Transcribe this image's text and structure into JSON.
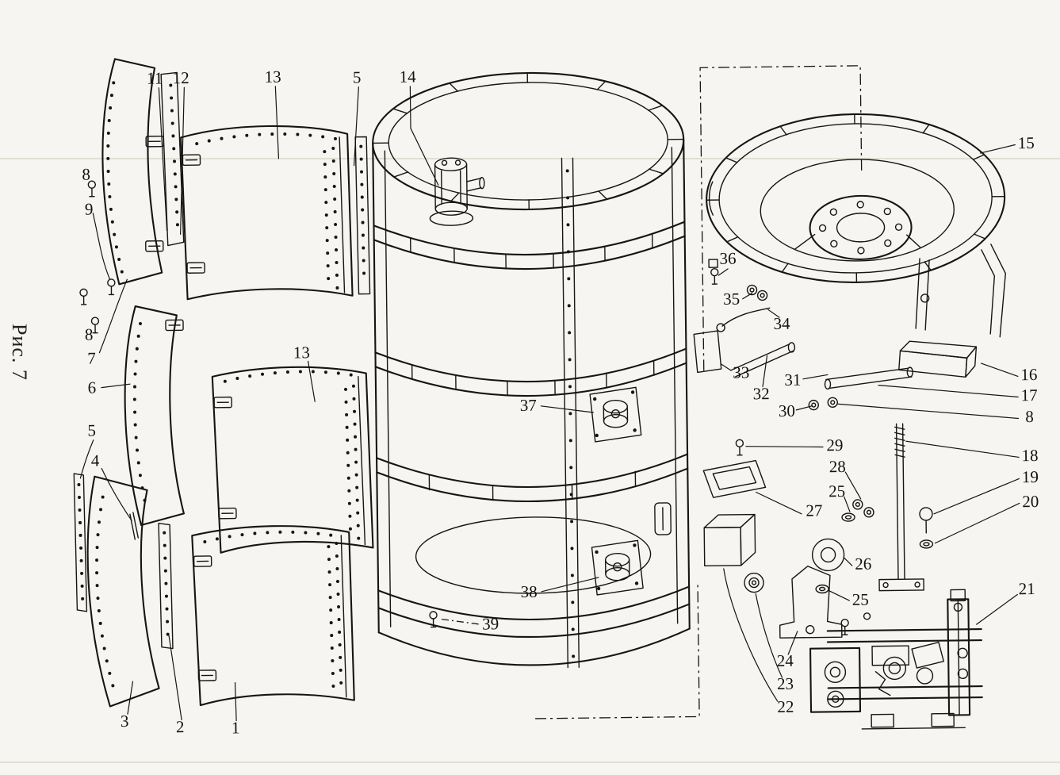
{
  "figure": {
    "caption": "Рис. 7"
  },
  "palette": {
    "paper": "#f6f5f1",
    "ink": "#171513",
    "faint_scan_line": "#ccc6b8"
  },
  "callouts": [
    {
      "part": "8"
    },
    {
      "part": "9"
    },
    {
      "part": "11"
    },
    {
      "part": "12"
    },
    {
      "part": "13"
    },
    {
      "part": "5"
    },
    {
      "part": "14"
    },
    {
      "part": "15"
    },
    {
      "part": "8"
    },
    {
      "part": "7"
    },
    {
      "part": "6"
    },
    {
      "part": "5"
    },
    {
      "part": "4"
    },
    {
      "part": "3"
    },
    {
      "part": "2"
    },
    {
      "part": "1"
    },
    {
      "part": "13"
    },
    {
      "part": "37"
    },
    {
      "part": "38"
    },
    {
      "part": "39"
    },
    {
      "part": "36"
    },
    {
      "part": "35"
    },
    {
      "part": "34"
    },
    {
      "part": "33"
    },
    {
      "part": "32"
    },
    {
      "part": "31"
    },
    {
      "part": "30"
    },
    {
      "part": "16"
    },
    {
      "part": "17"
    },
    {
      "part": "8"
    },
    {
      "part": "18"
    },
    {
      "part": "19"
    },
    {
      "part": "20"
    },
    {
      "part": "29"
    },
    {
      "part": "28"
    },
    {
      "part": "25"
    },
    {
      "part": "27"
    },
    {
      "part": "26"
    },
    {
      "part": "25"
    },
    {
      "part": "24"
    },
    {
      "part": "23"
    },
    {
      "part": "22"
    },
    {
      "part": "21"
    }
  ]
}
